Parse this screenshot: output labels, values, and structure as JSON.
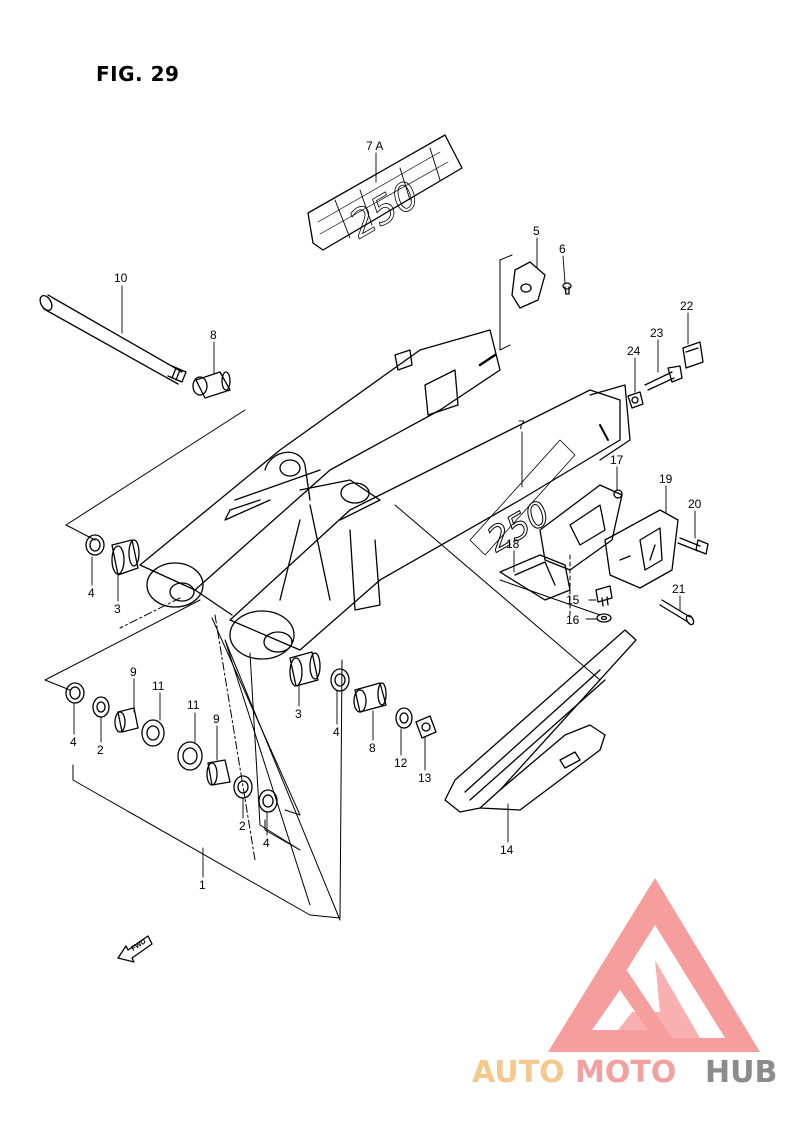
{
  "figure": {
    "title": "FIG. 29"
  },
  "callouts": [
    {
      "id": "c-7a",
      "label": "7 A"
    },
    {
      "id": "c-5",
      "label": "5"
    },
    {
      "id": "c-6",
      "label": "6"
    },
    {
      "id": "c-10",
      "label": "10"
    },
    {
      "id": "c-8a",
      "label": "8"
    },
    {
      "id": "c-22",
      "label": "22"
    },
    {
      "id": "c-23",
      "label": "23"
    },
    {
      "id": "c-24",
      "label": "24"
    },
    {
      "id": "c-7",
      "label": "7"
    },
    {
      "id": "c-17",
      "label": "17"
    },
    {
      "id": "c-19",
      "label": "19"
    },
    {
      "id": "c-20",
      "label": "20"
    },
    {
      "id": "c-18",
      "label": "18"
    },
    {
      "id": "c-15",
      "label": "15"
    },
    {
      "id": "c-16",
      "label": "16"
    },
    {
      "id": "c-21",
      "label": "21"
    },
    {
      "id": "c-4a",
      "label": "4"
    },
    {
      "id": "c-3a",
      "label": "3"
    },
    {
      "id": "c-9a",
      "label": "9"
    },
    {
      "id": "c-11a",
      "label": "11"
    },
    {
      "id": "c-4b",
      "label": "4"
    },
    {
      "id": "c-2a",
      "label": "2"
    },
    {
      "id": "c-11b",
      "label": "11"
    },
    {
      "id": "c-9b",
      "label": "9"
    },
    {
      "id": "c-2b",
      "label": "2"
    },
    {
      "id": "c-4c",
      "label": "4"
    },
    {
      "id": "c-3b",
      "label": "3"
    },
    {
      "id": "c-4d",
      "label": "4"
    },
    {
      "id": "c-8b",
      "label": "8"
    },
    {
      "id": "c-12",
      "label": "12"
    },
    {
      "id": "c-13",
      "label": "13"
    },
    {
      "id": "c-14",
      "label": "14"
    },
    {
      "id": "c-1",
      "label": "1"
    }
  ],
  "decal_text": "250",
  "fwd_label": "FWD",
  "watermark": {
    "part1": "AUTO",
    "part2": "MOTO",
    "part3": "HUB",
    "colors": {
      "part1": "#f5c98e",
      "part2": "#f2a0a0",
      "part3": "#8c8c8c",
      "logo": "#f58c8c"
    }
  }
}
